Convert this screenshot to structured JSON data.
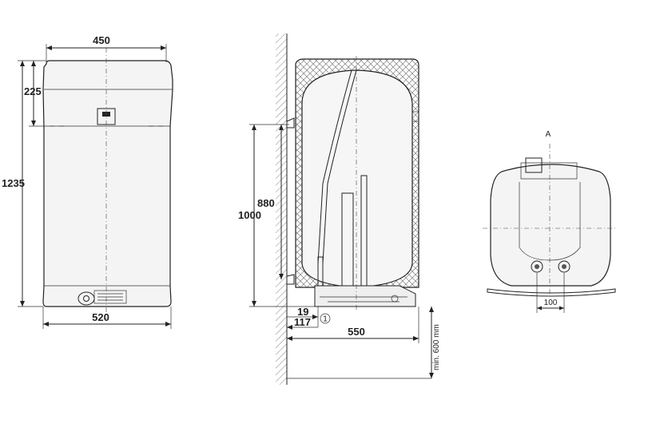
{
  "front_view": {
    "width_top": "450",
    "height_top_section": "225",
    "height_total": "1235",
    "width_bottom": "520"
  },
  "side_view": {
    "dim_880": "880",
    "dim_1000": "1000",
    "dim_19": "19",
    "dim_117": "117",
    "dim_550": "550",
    "min_clearance": "min. 600 mm",
    "callout_1": "1"
  },
  "bottom_view": {
    "label": "A",
    "dim_100": "100"
  }
}
